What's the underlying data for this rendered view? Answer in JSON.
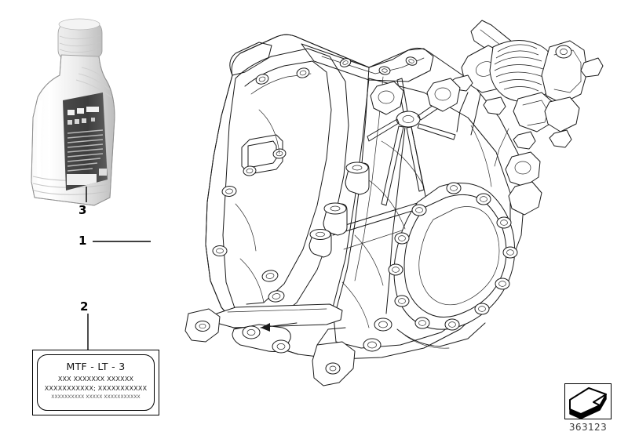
{
  "document": {
    "type": "spare-parts-illustration",
    "subject": "Manual transmission assembly with gear oil and type label",
    "background_color": "#ffffff",
    "line_color": "#1a1a1a"
  },
  "callouts": [
    {
      "id": "1",
      "number": "1",
      "target": "transmission-assembly"
    },
    {
      "id": "2",
      "number": "2",
      "target": "part-label"
    },
    {
      "id": "3",
      "number": "3",
      "target": "oil-bottle"
    }
  ],
  "part_label": {
    "title": "MTF - LT - 3",
    "lines": [
      "XXX XXXXXXX XXXXXX",
      "XXXXXXXXXXX; XXXXXXXXXXX",
      "XXXXXXXXXX XXXXX XXXXXXXXXXX"
    ]
  },
  "oil_bottle": {
    "body_color": "#e9e9e9",
    "cap_color": "#d8d8d8",
    "label_color": "#3c3c3c",
    "label_accent": "#ffffff"
  },
  "transmission": {
    "name": "manual-gearbox",
    "housing_color": "#ffffff"
  },
  "diagram_id": {
    "number": "363123",
    "icon": "3d-arrow-icon"
  }
}
